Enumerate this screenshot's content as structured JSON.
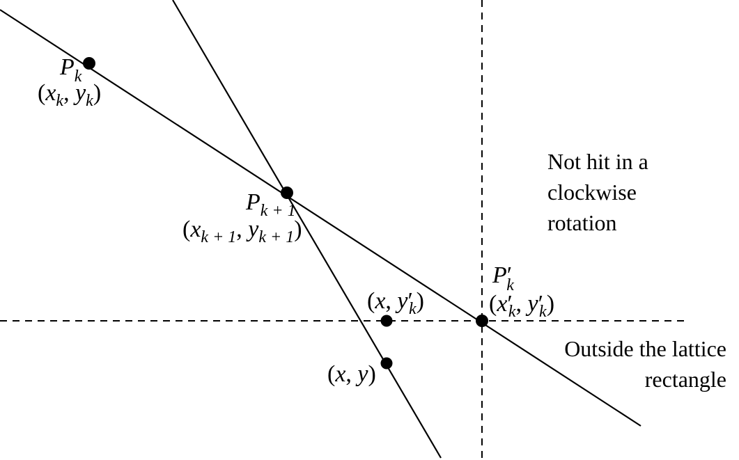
{
  "labels": {
    "pk_name": {
      "base": "P",
      "sub": "k"
    },
    "pk_coords": {
      "open": "(",
      "x": "x",
      "xsub": "k",
      "comma": ", ",
      "y": "y",
      "ysub": "k",
      "close": ")"
    },
    "pk1_name": {
      "base": "P",
      "sub": "k + 1"
    },
    "pk1_coords": {
      "open": "(",
      "x": "x",
      "xsub": "k + 1",
      "comma": ", ",
      "y": "y",
      "ysub": "k + 1",
      "close": ")"
    },
    "pkp_name": {
      "base": "P",
      "prime": "′",
      "sub": "k"
    },
    "pkp_coords": {
      "open": "(",
      "x": "x",
      "xprime": "′",
      "xsub": "k",
      "comma": ", ",
      "y": "y",
      "yprime": "′",
      "ysub": "k",
      "close": ")"
    },
    "xyk_coords": {
      "open": "(",
      "x": "x",
      "comma": ", ",
      "y": "y",
      "yprime": "′",
      "ysub": "k",
      "close": ")"
    },
    "xy_coords": {
      "open": "(",
      "x": "x",
      "comma": ", ",
      "y": "y",
      "close": ")"
    },
    "not_hit": [
      "Not hit in a",
      "clockwise",
      "rotation"
    ],
    "outside": [
      "Outside the lattice",
      "rectangle"
    ]
  }
}
